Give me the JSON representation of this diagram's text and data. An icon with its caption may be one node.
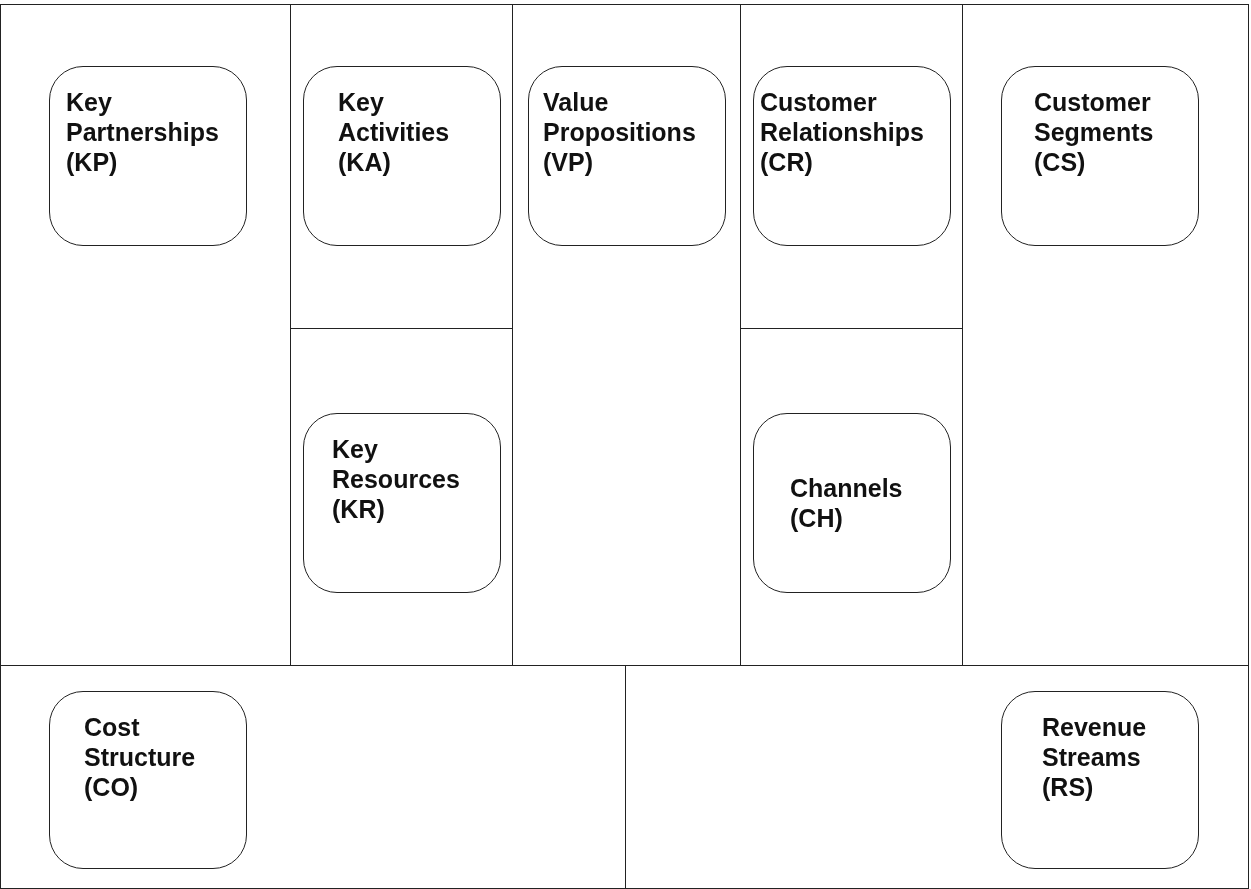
{
  "diagram": {
    "nodes": [
      {
        "text": [],
        "shape": "box"
      },
      {
        "text": [
          "Key Partnerships (KP)"
        ],
        "in": 0
      },
      {
        "text": [],
        "shape": "box"
      },
      {
        "text": [
          "Key Activities (KA)"
        ],
        "in": 2
      },
      {
        "text": [],
        "shape": "box"
      },
      {
        "text": [
          "Value Propositions (VP)"
        ],
        "in": 4
      },
      {
        "text": [],
        "shape": "box"
      },
      {
        "text": [
          "Customer Relationships (CR)"
        ],
        "in": 6
      },
      {
        "text": [],
        "shape": "box"
      },
      {
        "text": [
          "Customer Segments (CS)"
        ],
        "in": 8
      },
      {
        "text": [],
        "shape": "box"
      },
      {
        "text": [
          "Key Resources (KR)"
        ],
        "in": 10
      },
      {
        "text": [],
        "shape": "box"
      },
      {
        "text": [
          "Channels (CH)"
        ],
        "in": 12
      },
      {
        "text": [],
        "shape": "box"
      },
      {
        "text": [
          "Cost Structure (CO)"
        ],
        "in": 14
      },
      {
        "text": [],
        "shape": "box"
      },
      {
        "text": [
          "Revenue Streams (RS)"
        ],
        "in": 16
      }
    ],
    "edges": []
  }
}
